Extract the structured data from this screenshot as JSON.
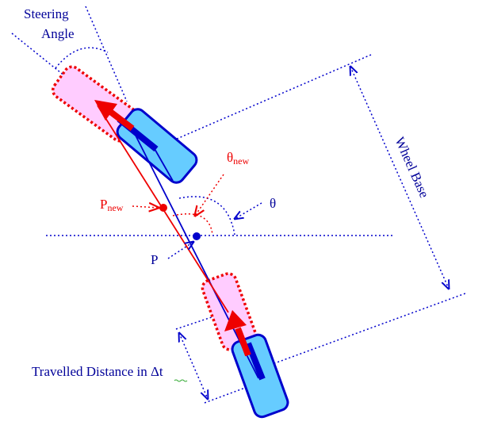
{
  "labels": {
    "steering_angle_line1": "Steering",
    "steering_angle_line2": "Angle",
    "wheel_base": "Wheel Base",
    "theta_new_symbol": "θ",
    "theta_new_subscript": "new",
    "theta": "θ",
    "p_new_letter": "P",
    "p_new_subscript": "new",
    "p": "P",
    "travelled_distance_prefix": "Travelled Distance in ",
    "travelled_distance_delta": "Δ",
    "travelled_distance_t": "t"
  },
  "colors": {
    "blue": "#0000cc",
    "red": "#ee0000",
    "car_fill": "#66ccff",
    "ghost_fill": "#ffccff",
    "label_blue": "#000099"
  }
}
